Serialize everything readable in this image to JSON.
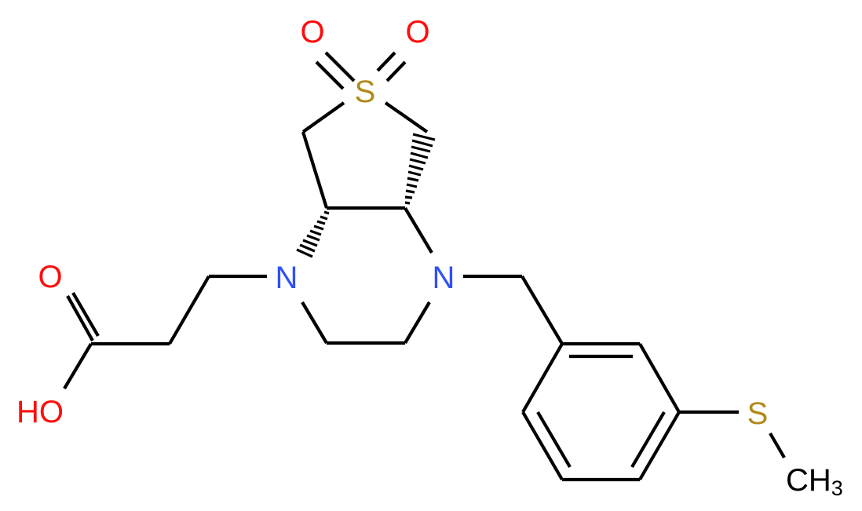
{
  "molecule": {
    "description": "3-[(4aR,7aS)-4-[(3-methylsulfanylphenyl)methyl]-6,6-dioxo-hexahydrothieno[3,4-b]pyrazin-1-yl]propanoic acid",
    "colors": {
      "bond": "#000000",
      "oxygen": "#FF0D0D",
      "nitrogen": "#3050F8",
      "sulfur": "#B2891A",
      "carbon": "#000000",
      "background": "#FFFFFF"
    },
    "atoms": {
      "sulfone_o_left": "O",
      "sulfone_o_right": "O",
      "sulfone_s": "S",
      "n1": "N",
      "n4": "N",
      "carbonyl_o": "O",
      "hydroxyl": "HO",
      "thioether_s": "S",
      "methyl_c": "CH",
      "methyl_sub": "3"
    }
  }
}
